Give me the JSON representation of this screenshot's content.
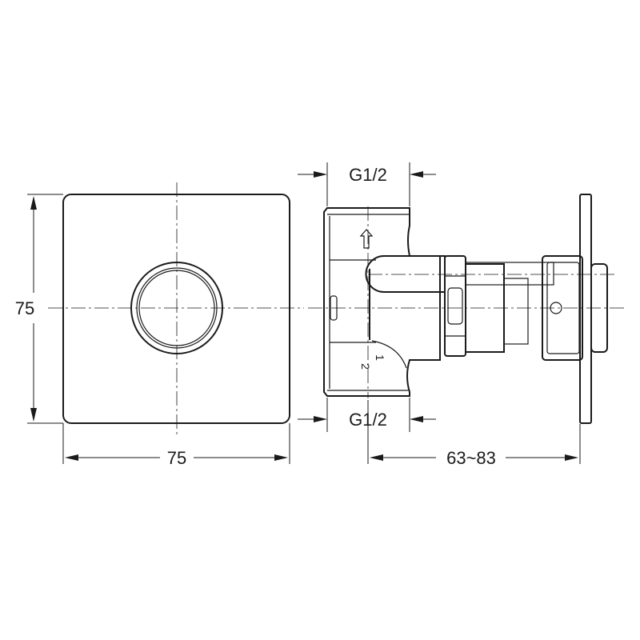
{
  "dimensions": {
    "plate_height": "75",
    "plate_width": "75",
    "top_thread": "G1/2",
    "bottom_thread": "G1/2",
    "depth_range": "63~83",
    "inner_label_num": "1",
    "inner_label_den": "2"
  },
  "colors": {
    "line": "#1a1a1a",
    "background": "#ffffff"
  }
}
